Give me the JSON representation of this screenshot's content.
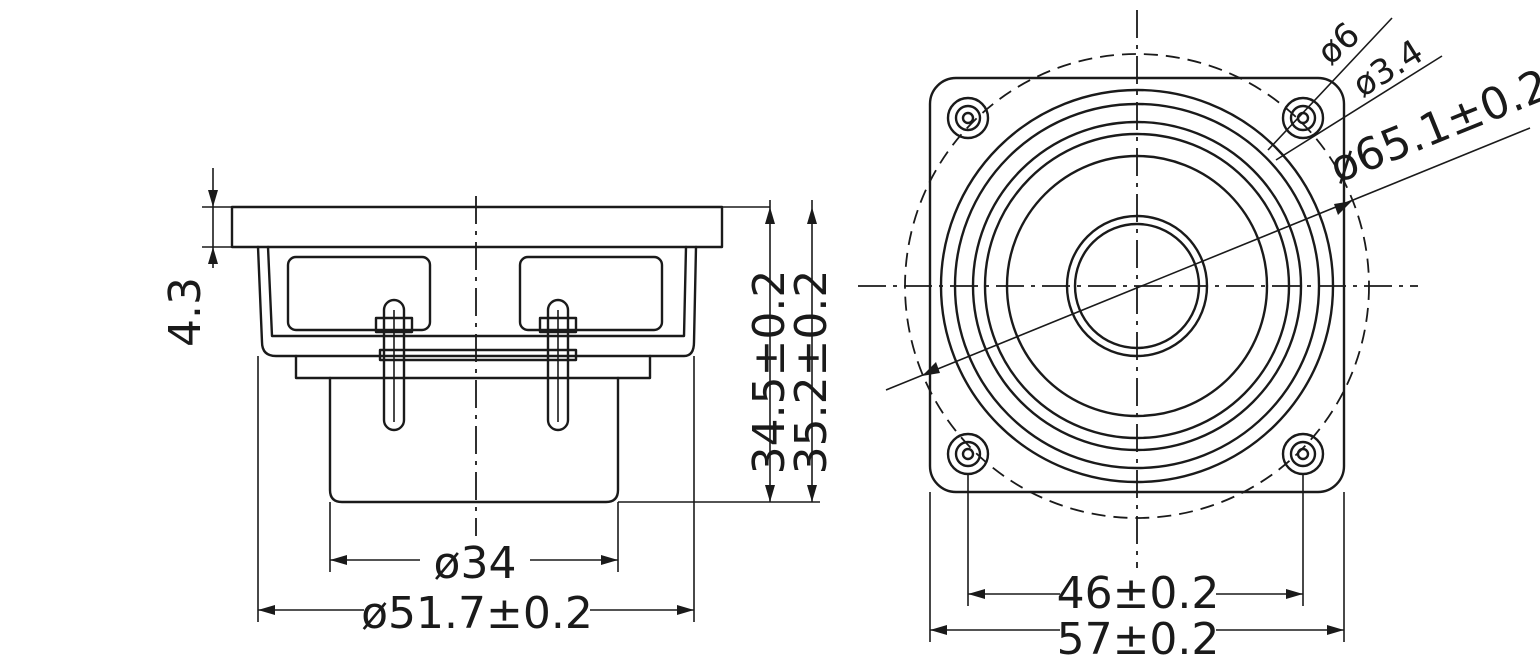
{
  "side_view": {
    "flange_thickness": "4.3",
    "magnet_diameter": "ø34",
    "basket_diameter": "ø51.7±0.2",
    "depth_inner": "34.5±0.2",
    "depth_outer": "35.2±0.2"
  },
  "front_view": {
    "mount_hole": "ø6",
    "mount_hole_2": "ø3.4",
    "outer_diameter": "ø65.1±0.2",
    "hole_spacing": "46±0.2",
    "frame_width": "57±0.2"
  }
}
